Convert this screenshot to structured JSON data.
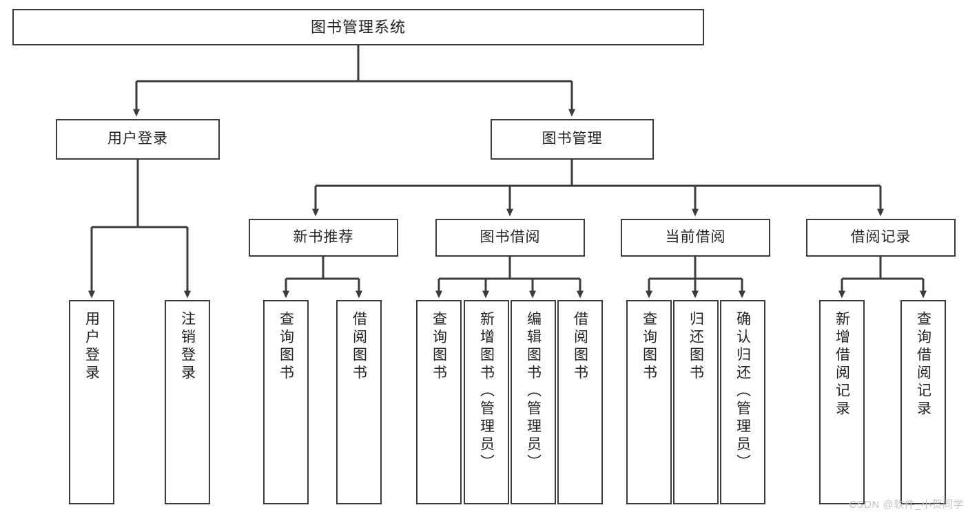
{
  "diagram": {
    "title": "图书管理系统",
    "watermark": "CSDN @软件_小贺同学",
    "line_color": "#3b3b3b",
    "box_fill": "#ffffff",
    "text_color": "#222222",
    "background": "#ffffff",
    "nodes": {
      "root": {
        "label": "图书管理系统"
      },
      "level2": [
        {
          "label": "用户登录"
        },
        {
          "label": "图书管理"
        }
      ],
      "level3": [
        {
          "label": "新书推荐"
        },
        {
          "label": "图书借阅"
        },
        {
          "label": "当前借阅"
        },
        {
          "label": "借阅记录"
        }
      ],
      "leaves": [
        {
          "label": "用户登录"
        },
        {
          "label": "注销登录"
        },
        {
          "label": "查询图书"
        },
        {
          "label": "借阅图书"
        },
        {
          "label": "查询图书"
        },
        {
          "label": "新增图书（管理员）"
        },
        {
          "label": "编辑图书（管理员）"
        },
        {
          "label": "借阅图书"
        },
        {
          "label": "查询图书"
        },
        {
          "label": "归还图书"
        },
        {
          "label": "确认归还（管理员）"
        },
        {
          "label": "新增借阅记录"
        },
        {
          "label": "查询借阅记录"
        }
      ]
    }
  }
}
